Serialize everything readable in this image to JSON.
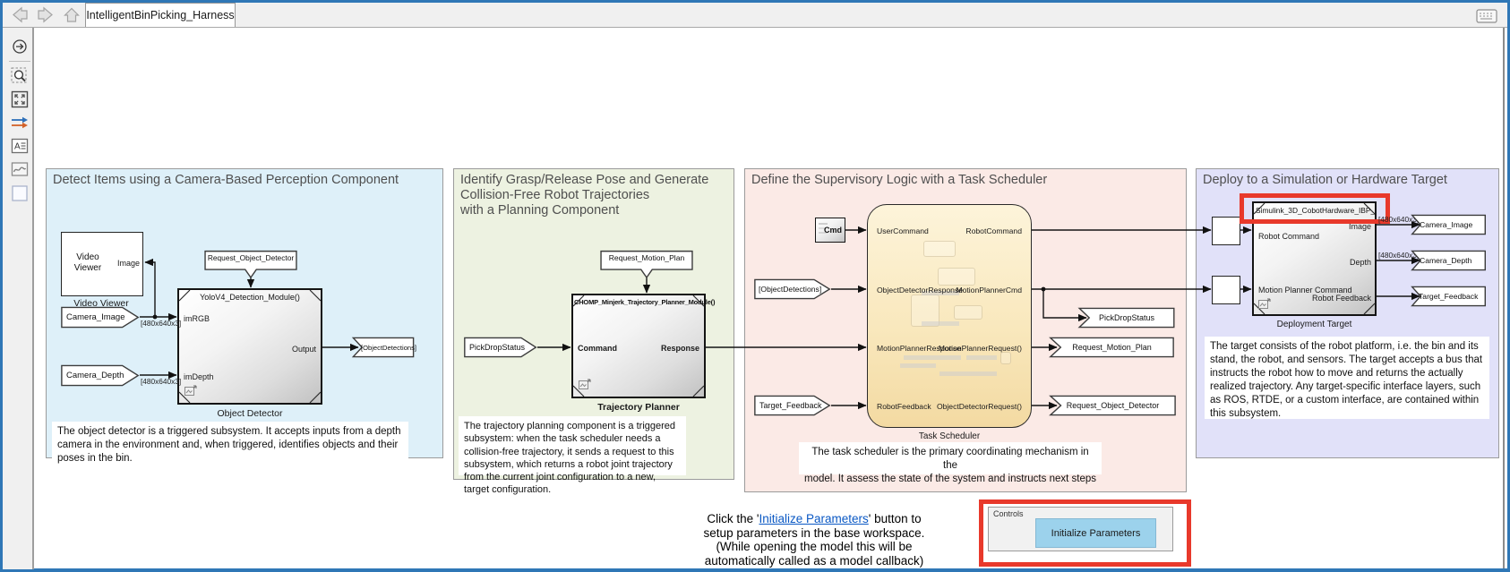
{
  "tab_bar": {
    "title": "IntelligentBinPicking_Harness"
  },
  "toolbar": {
    "icons": [
      "hide-explorer-bar-icon",
      "zoom-region-icon",
      "fit-to-view-icon",
      "update-diagram-icon",
      "annotation-icon",
      "viewer-icon",
      "area-icon",
      "keyboard-shortcuts-icon"
    ]
  },
  "sections": {
    "perception": {
      "title": "Detect Items using a Camera-Based Perception Component",
      "video_viewer": {
        "label": "Video Viewer",
        "port": "Image",
        "caption": "Video Viewer"
      },
      "trigger_tag": "Request_Object_Detector",
      "detector": {
        "header": "YoloV4_Detection_Module()",
        "ports": {
          "in1": "imRGB",
          "in2": "imDepth",
          "out": "Output"
        },
        "caption": "Object Detector"
      },
      "from_tags": {
        "camera_image": "Camera_Image",
        "camera_depth": "Camera_Depth"
      },
      "signal_dims": "[480x640x3]",
      "goto_tag": "[ObjectDetections]",
      "description": "The object detector is a triggered subsystem. It accepts inputs from a depth camera in the environment and, when triggered, identifies objects and their poses in the bin."
    },
    "planning": {
      "title": "Identify Grasp/Release Pose and Generate\nCollision-Free Robot Trajectories\nwith a Planning Component",
      "trigger_tag": "Request_Motion_Plan",
      "planner": {
        "header": "CHOMP_Minjerk_Trajectory_Planner_Module()",
        "ports": {
          "in": "Command",
          "out": "Response"
        },
        "caption": "Trajectory Planner"
      },
      "from_tag": "PickDropStatus",
      "description": "The trajectory planning component is a triggered subsystem: when the task scheduler needs a collision-free trajectory, it sends a request to this subsystem, which returns a robot joint trajectory from the current joint configuration to a new, target configuration."
    },
    "scheduler": {
      "title": "Define the Supervisory Logic with a Task Scheduler",
      "cmd_block": "Cmd",
      "chart": {
        "ports_left": [
          "UserCommand",
          "ObjectDetectorResponse",
          "MotionPlannerResponse",
          "RobotFeedback"
        ],
        "ports_right": [
          "RobotCommand",
          "MotionPlannerCmd",
          "MotionPlannerRequest()",
          "ObjectDetectorRequest()"
        ],
        "caption": "Task Scheduler"
      },
      "from_tags": {
        "object_detections": "[ObjectDetections]",
        "target_feedback": "Target_Feedback"
      },
      "goto_tags": {
        "pick_drop": "PickDropStatus",
        "request_motion": "Request_Motion_Plan",
        "request_detector": "Request_Object_Detector"
      },
      "description": "The task scheduler is the primary coordinating mechanism in the\nmodel. It assess the state of the system and instructs next steps"
    },
    "deployment": {
      "title": "Deploy to a Simulation or Hardware Target",
      "target": {
        "header": "Simulink_3D_CobotHardware_IBP_",
        "ports_left": [
          "Robot Command",
          "Motion Planner Command"
        ],
        "ports_right": [
          "Image",
          "Depth",
          "Robot Feedback"
        ],
        "caption": "Deployment Target"
      },
      "signal_dims": "[480x640x3]",
      "goto_tags": {
        "camera_image": "Camera_Image",
        "camera_depth": "Camera_Depth",
        "target_feedback": "Target_Feedback"
      },
      "description": "The target consists of the robot platform, i.e. the bin and its stand, the robot, and sensors. The target accepts a bus that instructs the robot how to move and returns the actually realized trajectory. Any target-specific interface layers, such as ROS, RTDE, or a custom interface, are contained within this subsystem."
    }
  },
  "footer": {
    "note_prefix": "Click the '",
    "note_link": "Initialize Parameters",
    "note_suffix": "' button to\nsetup parameters in the base workspace.\n(While opening the model this will be\nautomatically called as a model callback)",
    "controls": {
      "label": "Controls",
      "button": "Initialize Parameters"
    }
  },
  "colors": {
    "highlight": "#e8392b",
    "button_fill": "#9cd2ec",
    "link": "#0a58c4",
    "section_blue": "#def0f9",
    "section_green": "#edf2e1",
    "section_pink": "#fbeae6",
    "section_purple": "#e1e1f9",
    "chart_fill": "#f9e8bd"
  }
}
